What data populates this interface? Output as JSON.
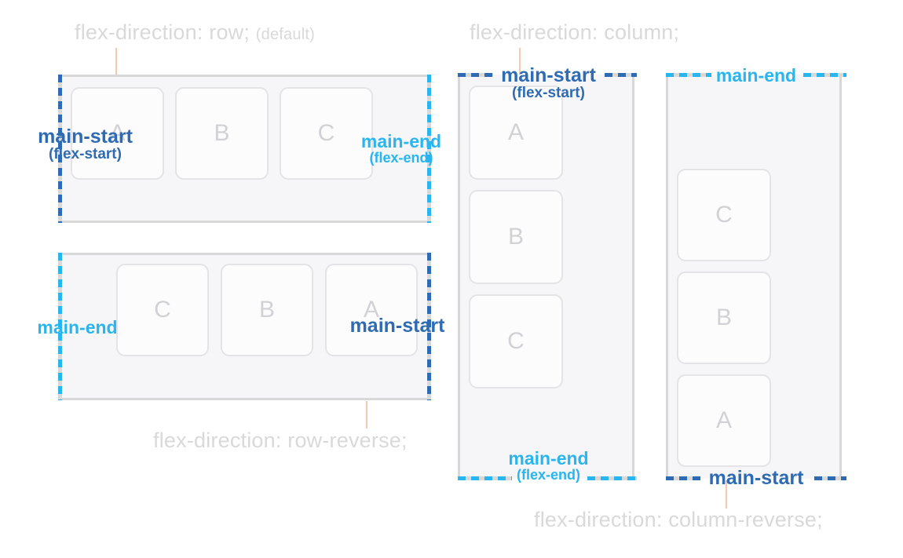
{
  "colors": {
    "main_start_blue": "#2e6bb2",
    "main_end_cyan": "#29b6f0",
    "title_gray": "#d9d9d9",
    "border_gray": "#d8d8d8",
    "container_bg": "#f6f6f8",
    "item_letter_gray": "#d2d2d6",
    "connector_salmon": "#f6c9ae"
  },
  "diagrams": {
    "row": {
      "title": "flex-direction: row;",
      "title_suffix": "(default)",
      "items": [
        "A",
        "B",
        "C"
      ],
      "start_label": "main-start",
      "start_sublabel": "(flex-start)",
      "end_label": "main-end",
      "end_sublabel": "(flex-end)"
    },
    "row_reverse": {
      "title": "flex-direction: row-reverse;",
      "items": [
        "C",
        "B",
        "A"
      ],
      "start_label": "main-start",
      "end_label": "main-end"
    },
    "column": {
      "title": "flex-direction: column;",
      "items": [
        "A",
        "B",
        "C"
      ],
      "start_label": "main-start",
      "start_sublabel": "(flex-start)",
      "end_label": "main-end",
      "end_sublabel": "(flex-end)"
    },
    "column_reverse": {
      "title": "flex-direction: column-reverse;",
      "items": [
        "C",
        "B",
        "A"
      ],
      "start_label": "main-start",
      "end_label": "main-end"
    }
  }
}
